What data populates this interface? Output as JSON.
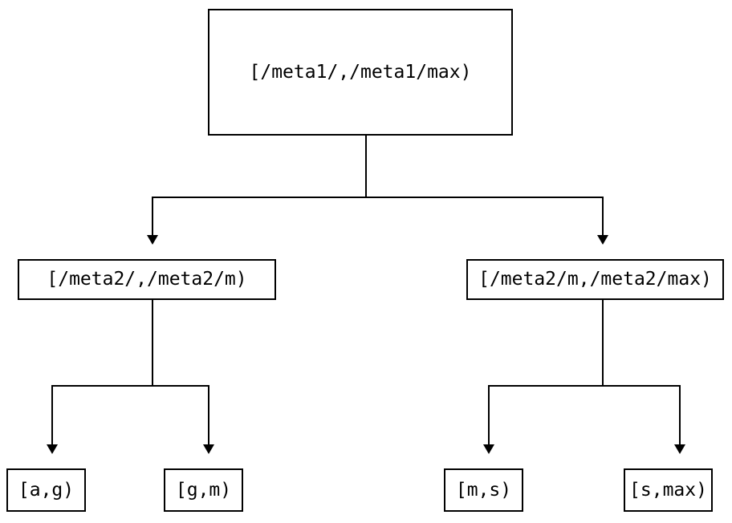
{
  "diagram": {
    "type": "tree",
    "title": "",
    "background_color": "#ffffff",
    "line_color": "#000000",
    "text_color": "#000000",
    "nodes": [
      {
        "id": "root",
        "label": "[/meta1/,/meta1/max)",
        "level": 0
      },
      {
        "id": "mid_left",
        "label": "[/meta2/,/meta2/m)",
        "level": 1
      },
      {
        "id": "mid_right",
        "label": "[/meta2/m,/meta2/max)",
        "level": 1
      },
      {
        "id": "leaf_1",
        "label": "[a,g)",
        "level": 2
      },
      {
        "id": "leaf_2",
        "label": "[g,m)",
        "level": 2
      },
      {
        "id": "leaf_3",
        "label": "[m,s)",
        "level": 2
      },
      {
        "id": "leaf_4",
        "label": "[s,max)",
        "level": 2
      }
    ],
    "edges": [
      {
        "from": "root",
        "to": "mid_left"
      },
      {
        "from": "root",
        "to": "mid_right"
      },
      {
        "from": "mid_left",
        "to": "leaf_1"
      },
      {
        "from": "mid_left",
        "to": "leaf_2"
      },
      {
        "from": "mid_right",
        "to": "leaf_3"
      },
      {
        "from": "mid_right",
        "to": "leaf_4"
      }
    ]
  }
}
